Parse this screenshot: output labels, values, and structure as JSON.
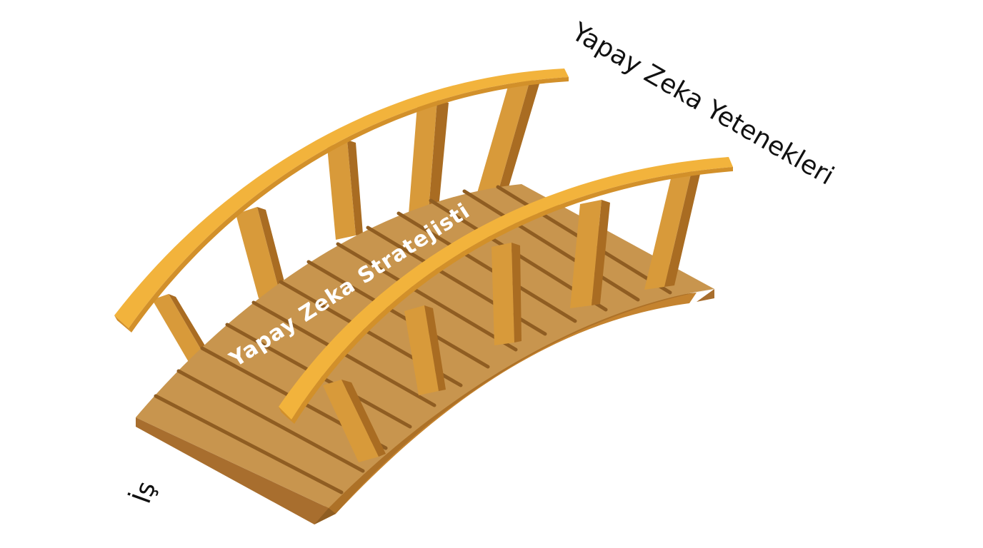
{
  "labels": {
    "start": "İş",
    "end": "Yapay Zeka Yetenekleri",
    "bridge": "Yapay Zeka Stratejisti"
  },
  "colors": {
    "deck": "#c8954e",
    "deck_groove": "#8f5d22",
    "deck_edge": "#a86e2e",
    "arch": "#c4832f",
    "arch_dark": "#9a6220",
    "rail": "#f2b33c",
    "rail_edge": "#d2902a",
    "post": "#d89a3a",
    "post_dark": "#a96c22"
  }
}
